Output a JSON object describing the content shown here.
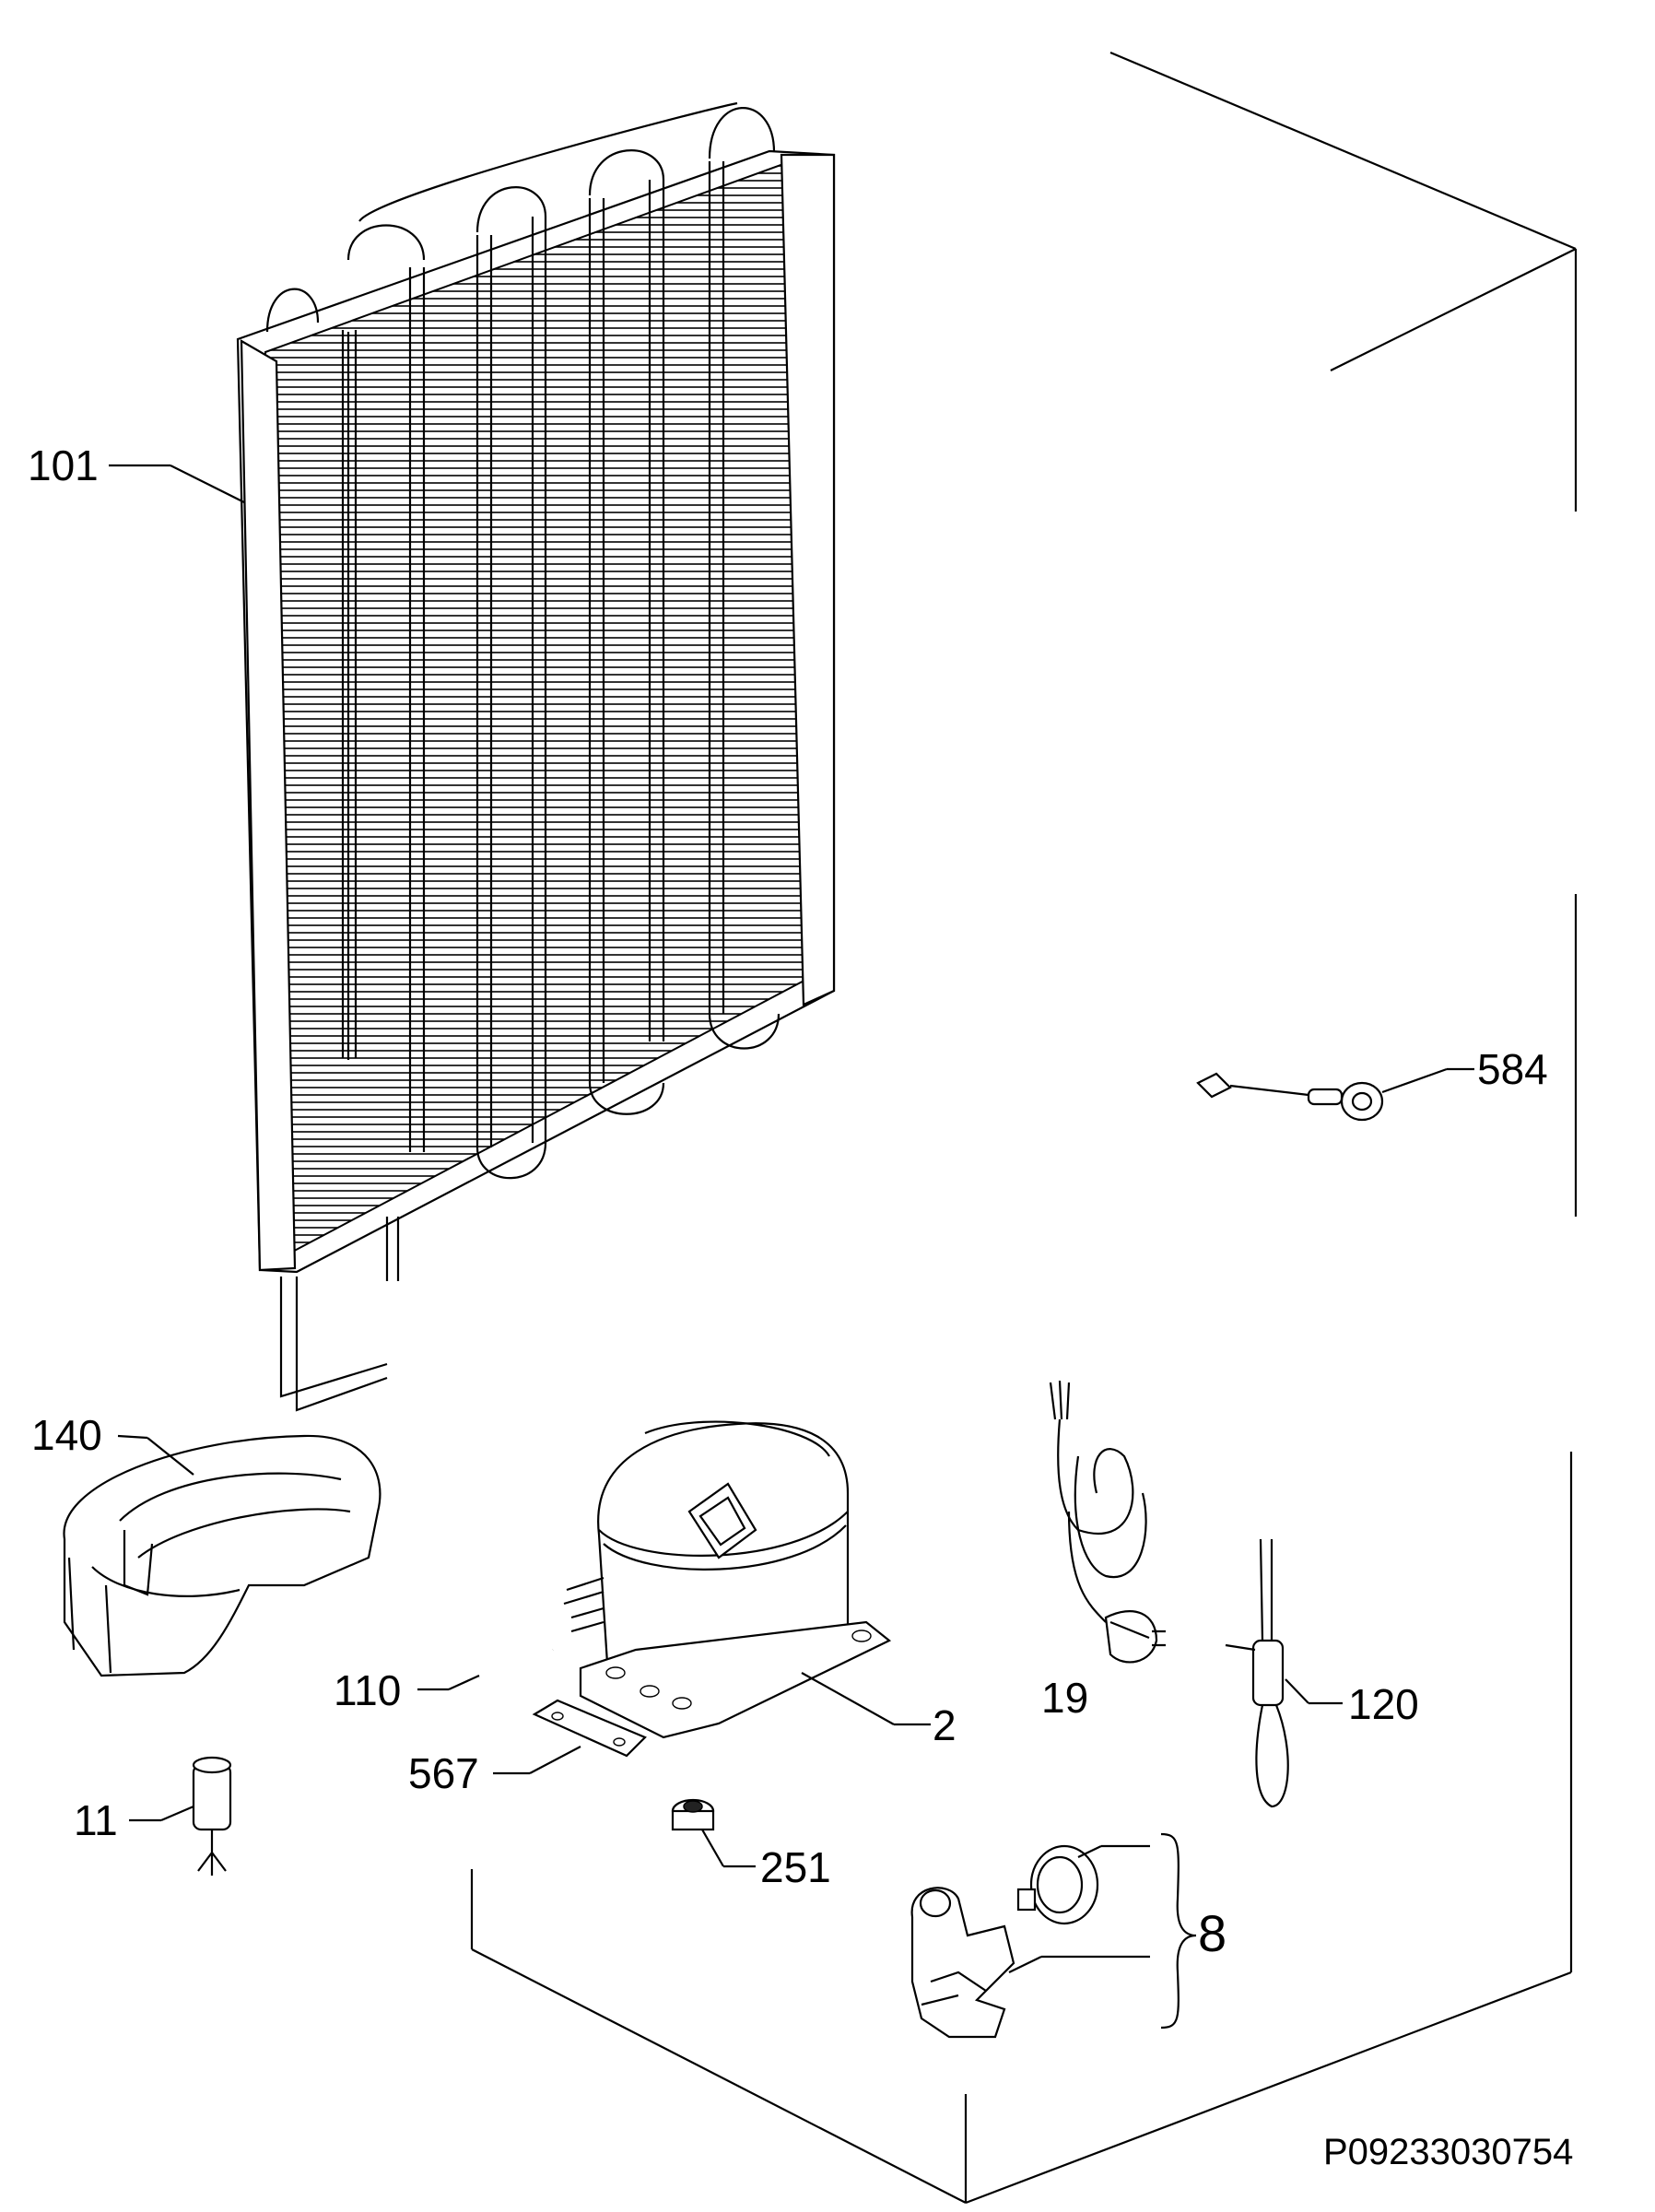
{
  "reference_code": "P09233030754",
  "parts": {
    "condenser": "101",
    "drip_tray": "140",
    "pipe": "110",
    "compressor": "2",
    "mounting_plate": "567",
    "connector": "11",
    "grommet": "251",
    "power_cord": "19",
    "heater": "120",
    "relay_group": "8",
    "sensor": "584"
  }
}
